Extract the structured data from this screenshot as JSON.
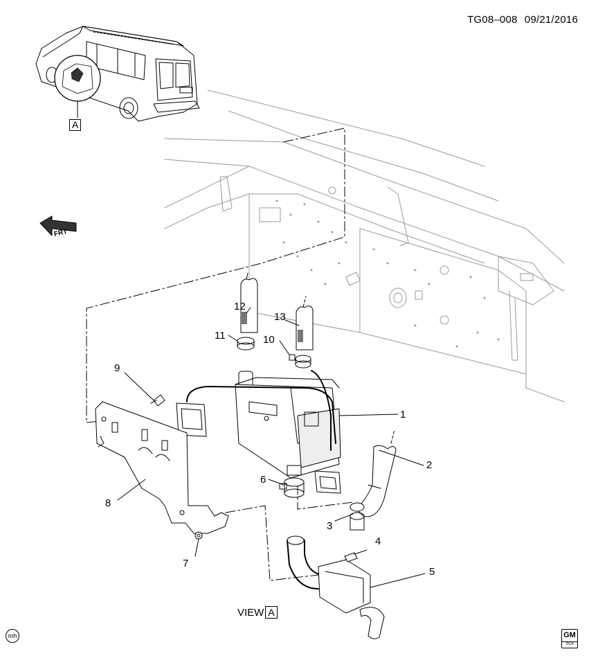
{
  "header": {
    "code": "TG08–008",
    "date": "09/21/2016"
  },
  "view_marker": "A",
  "view_label": "VIEW",
  "view_label_box": "A",
  "frt_label": "FRT",
  "mh_mark": "mh",
  "gm_logo": {
    "main": "GM",
    "sub": "OCA"
  },
  "callouts": [
    {
      "id": "1",
      "text": "1"
    },
    {
      "id": "2",
      "text": "2"
    },
    {
      "id": "3",
      "text": "3"
    },
    {
      "id": "4",
      "text": "4"
    },
    {
      "id": "5",
      "text": "5"
    },
    {
      "id": "6",
      "text": "6"
    },
    {
      "id": "7",
      "text": "7"
    },
    {
      "id": "8",
      "text": "8"
    },
    {
      "id": "9",
      "text": "9"
    },
    {
      "id": "10",
      "text": "10"
    },
    {
      "id": "11",
      "text": "11"
    },
    {
      "id": "12",
      "text": "12"
    },
    {
      "id": "13",
      "text": "13"
    }
  ]
}
